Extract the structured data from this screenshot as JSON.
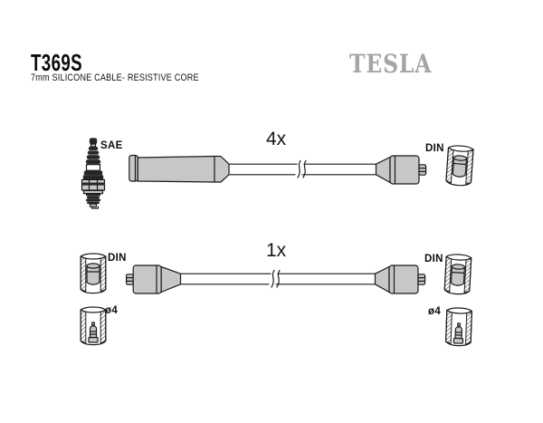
{
  "header": {
    "part_number": "T369S",
    "subtitle": "7mm SILICONE CABLE- RESISTIVE CORE",
    "brand_logo": "TESLA"
  },
  "row1": {
    "quantity": "4x",
    "plug_label": "SAE",
    "right_label": "DIN"
  },
  "row2": {
    "quantity": "1x",
    "left_label": "DIN",
    "left_size_label": "ø4",
    "right_label": "DIN",
    "right_size_label": "ø4"
  },
  "icons": {
    "spark_plug": "spark-plug-icon",
    "din_boot": "din-boot-icon",
    "socket_4mm": "socket-4mm-icon",
    "cable_break": "cable-break-mark"
  },
  "colors": {
    "outline": "#1a1a1a",
    "part_fill": "#c6c7c8",
    "logo_gray": "#a4a5a7",
    "background": "#ffffff"
  }
}
